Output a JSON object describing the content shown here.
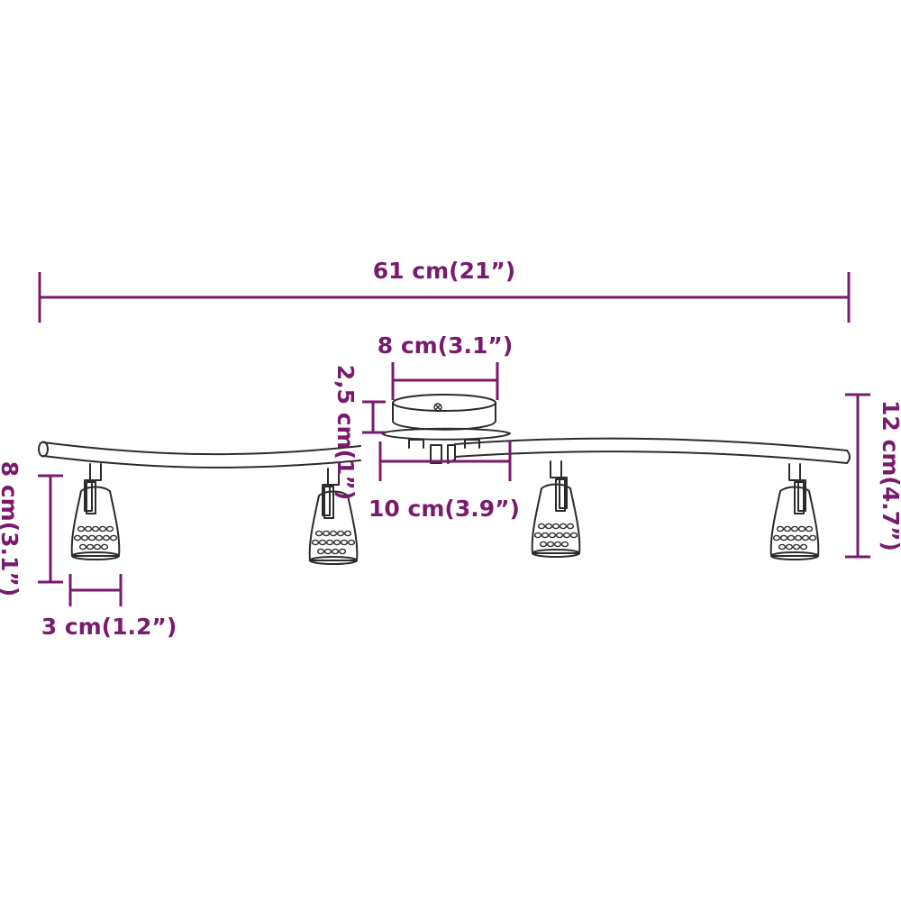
{
  "colors": {
    "dimension": "#7a1a6e",
    "outline": "#2b2b2b",
    "background": "#ffffff"
  },
  "dimensions": {
    "overall_length": "61 cm(21”)",
    "canopy_diameter": "8 cm(3.1”)",
    "canopy_height": "2,5 cm(1”)",
    "bracket_width": "10 cm(3.9”)",
    "total_height": "12 cm(4.7”)",
    "spot_height": "8 cm(3.1”)",
    "spot_diameter": "3 cm(1.2”)"
  }
}
